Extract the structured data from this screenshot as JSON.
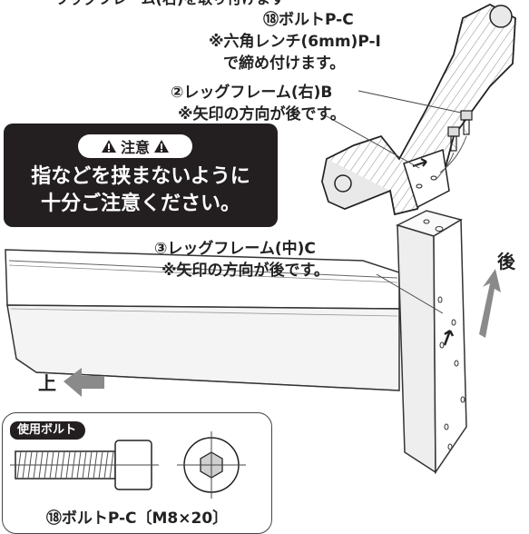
{
  "header_fragment": "ワッグフレーム(右)を取り付けます",
  "labels": {
    "bolt_pc": "⑱ボルトP-C",
    "wrench_note": "※六角レンチ(6mm)P-I",
    "tighten_note": "で締め付けます。",
    "leg_right": "②レッグフレーム(右)B",
    "leg_right_arrow": "※矢印の方向が後です。",
    "leg_mid": "③レッグフレーム(中)C",
    "leg_mid_arrow": "※矢印の方向が後です。"
  },
  "caution": {
    "title": "注意",
    "line1": "指などを挟まないように",
    "line2": "十分ご注意ください。",
    "color": "#231f20"
  },
  "directions": {
    "back": "後",
    "up": "上"
  },
  "bolt_panel": {
    "tag": "使用ボルト",
    "caption": "⑱ボルトP-C〔M8×20〕"
  },
  "colors": {
    "arrow_gray": "#8a8a8a",
    "line": "#333333",
    "dark": "#231f20"
  }
}
